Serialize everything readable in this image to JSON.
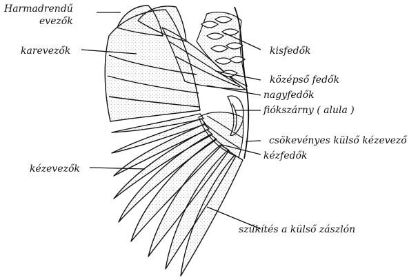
{
  "labels": {
    "harmad_line1": "Harmadrendű",
    "harmad_line2": "evezők",
    "karevezok": "karevezők",
    "kezevezok": "kézevezők",
    "kisfedok": "kisfedők",
    "kozepso_fedok": "középső fedők",
    "nagyfedok": "nagyfedők",
    "fiokszarny": "fiókszárny ( alula )",
    "csokevenyes": "csökevényes külső  kézevező",
    "kezfedok": "kézfedők",
    "szukites": "szűkítés a külső zászlón"
  },
  "colors": {
    "ink": "#111111",
    "stipple": "#bdbdbd",
    "paper": "#ffffff"
  }
}
